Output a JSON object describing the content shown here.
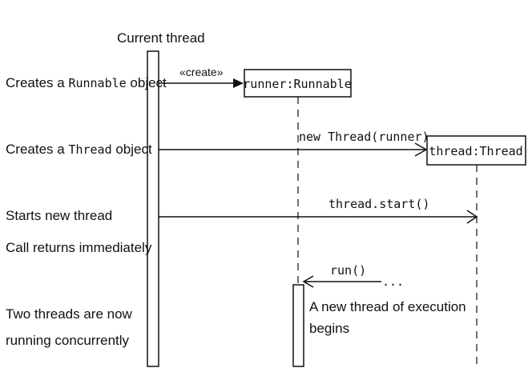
{
  "lifelines": {
    "current": {
      "label": "Current thread"
    },
    "runner": {
      "label": "runner:Runnable"
    },
    "thread": {
      "label": "thread:Thread"
    }
  },
  "messages": {
    "create": "«create»",
    "new_thread": "new Thread(runner)",
    "start": "thread.start()",
    "run": "run()",
    "ellipsis": "..."
  },
  "steps": {
    "create_runnable": {
      "pre": "Creates a ",
      "code": "Runnable",
      "post": " object"
    },
    "create_thread": {
      "pre": "Creates a ",
      "code": "Thread",
      "post": " object"
    },
    "starts": "Starts new thread",
    "returns": "Call returns immediately",
    "concurrent_1": "Two threads are now",
    "concurrent_2": "running concurrently"
  },
  "notes": {
    "new_thread_line1": "A new thread of execution",
    "new_thread_line2": "begins"
  }
}
